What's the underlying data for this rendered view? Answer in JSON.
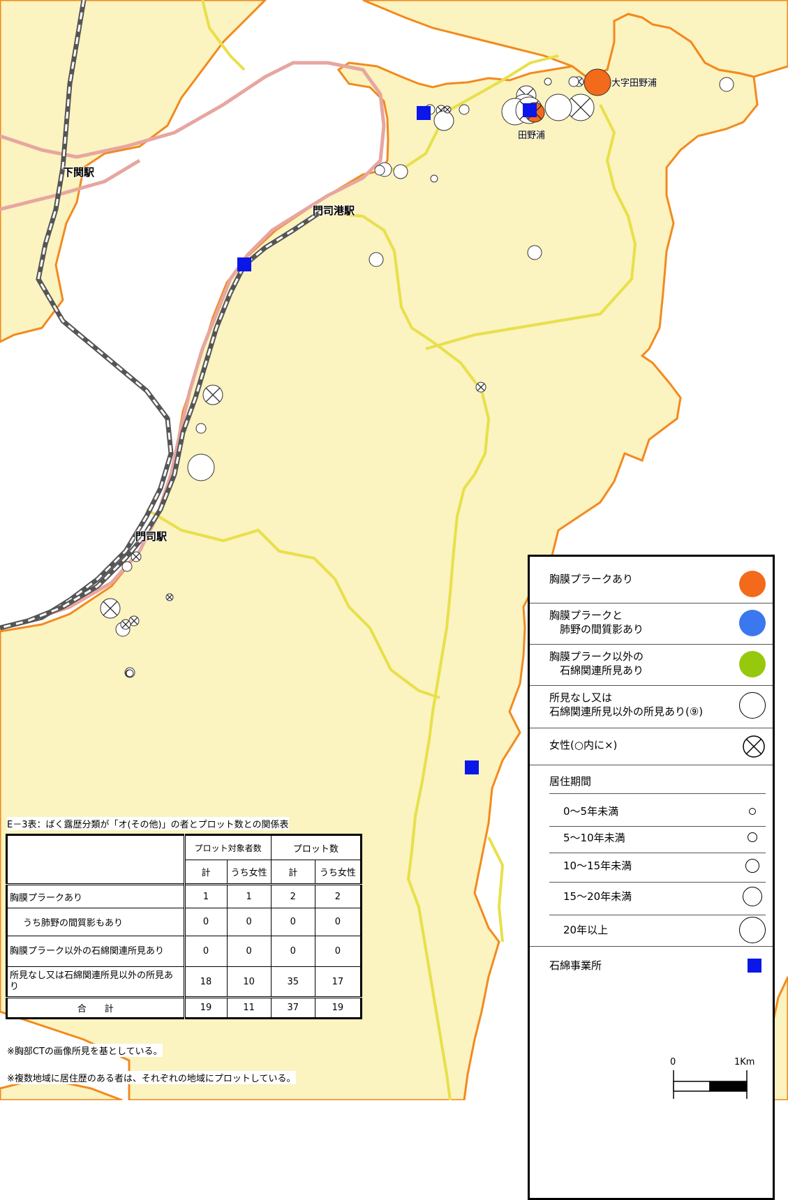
{
  "map": {
    "stations": [
      {
        "name": "下関駅"
      },
      {
        "name": "門司港駅"
      },
      {
        "name": "門司駅"
      }
    ],
    "places": [
      {
        "name": "大字田野浦"
      },
      {
        "name": "田野浦"
      }
    ],
    "colors": {
      "land": "#fbf3c0",
      "sea": "#ffffff",
      "coast": "#f28a1e",
      "road_major": "#e7a6a0",
      "road_yellow": "#e8e04a",
      "railway": "#555555",
      "plaque": "#f26a1a",
      "plaque_interstitial": "#3b77ee",
      "other_asbestos": "#96c80e",
      "workplace": "#0b16e8"
    },
    "markers": [
      {
        "category": "none",
        "female": false,
        "size_class": 2
      },
      {
        "category": "none",
        "female": true,
        "size_class": 1
      },
      {
        "category": "none",
        "female": false,
        "size_class": 2
      },
      {
        "category": "none",
        "female": false,
        "size_class": 0
      },
      {
        "category": "none",
        "female": false,
        "size_class": 1
      },
      {
        "category": "none",
        "female": false,
        "size_class": 1
      },
      {
        "category": "none",
        "female": false,
        "size_class": 3
      },
      {
        "category": "none",
        "female": true,
        "size_class": 3
      },
      {
        "category": "none",
        "female": true,
        "size_class": 1
      },
      {
        "category": "none",
        "female": false,
        "size_class": 0
      },
      {
        "category": "none",
        "female": false,
        "size_class": 4
      },
      {
        "category": "none",
        "female": true,
        "size_class": 4
      },
      {
        "category": "none",
        "female": false,
        "size_class": 4
      },
      {
        "category": "plaque",
        "female": false,
        "size_class": 4
      },
      {
        "category": "none",
        "female": false,
        "size_class": 4
      },
      {
        "category": "none",
        "female": true,
        "size_class": 4
      },
      {
        "category": "none",
        "female": true,
        "size_class": 0
      },
      {
        "category": "none",
        "female": true,
        "size_class": 0
      },
      {
        "category": "none",
        "female": false,
        "size_class": 2
      },
      {
        "category": "plaque",
        "female": true,
        "size_class": 3
      },
      {
        "category": "none",
        "female": false,
        "size_class": 2
      },
      {
        "category": "none",
        "female": false,
        "size_class": 2
      },
      {
        "category": "none",
        "female": false,
        "size_class": 1
      },
      {
        "category": "none",
        "female": false,
        "size_class": 1
      },
      {
        "category": "none",
        "female": false,
        "size_class": 3
      },
      {
        "category": "none",
        "female": false,
        "size_class": 1
      },
      {
        "category": "none",
        "female": true,
        "size_class": 1
      },
      {
        "category": "none",
        "female": true,
        "size_class": 3
      },
      {
        "category": "none",
        "female": false,
        "size_class": 1
      },
      {
        "category": "none",
        "female": false,
        "size_class": 4
      },
      {
        "category": "none",
        "female": true,
        "size_class": 0
      },
      {
        "category": "none",
        "female": false,
        "size_class": 0
      },
      {
        "category": "none",
        "female": true,
        "size_class": 1
      },
      {
        "category": "none",
        "female": true,
        "size_class": 3
      },
      {
        "category": "none",
        "female": false,
        "size_class": 2
      },
      {
        "category": "none",
        "female": true,
        "size_class": 1
      },
      {
        "category": "none",
        "female": false,
        "size_class": 1
      },
      {
        "category": "none",
        "female": true,
        "size_class": 1
      },
      {
        "category": "none",
        "female": false,
        "size_class": 0
      }
    ],
    "workplaces": 4
  },
  "legend": {
    "items": [
      {
        "label": "胸膜プラークあり",
        "symbol": "plaque"
      },
      {
        "label": "胸膜プラークと\n　肺野の間質影あり",
        "symbol": "plaque_interstitial"
      },
      {
        "label": "胸膜プラーク以外の\n　石綿関連所見あり",
        "symbol": "other_asbestos"
      },
      {
        "label": "所見なし又は\n石綿関連所見以外の所見あり(⑨)",
        "symbol": "none"
      },
      {
        "label": "女性(○内に×)",
        "symbol": "female"
      }
    ],
    "residence_title": "居住期間",
    "residence": [
      "0～5年未満",
      "5～10年未満",
      "10～15年未満",
      "15～20年未満",
      "20年以上"
    ],
    "workplace_label": "石綿事業所"
  },
  "table": {
    "title": "E－3表：ばく露歴分類が「オ(その他)」の者とプロット数との関係表",
    "group_headers": [
      "プロット対象者数",
      "プロット数"
    ],
    "sub_headers": [
      "計",
      "うち女性",
      "計",
      "うち女性"
    ],
    "rows": [
      {
        "label": "胸膜プラークあり",
        "values": [
          "1",
          "1",
          "2",
          "2"
        ]
      },
      {
        "label": "うち肺野の間質影もあり",
        "values": [
          "0",
          "0",
          "0",
          "0"
        ]
      },
      {
        "label": "胸膜プラーク以外の石綿関連所見あり",
        "values": [
          "0",
          "0",
          "0",
          "0"
        ]
      },
      {
        "label": "所見なし又は石綿関連所見以外の所見あり",
        "values": [
          "18",
          "10",
          "35",
          "17"
        ]
      },
      {
        "label": "合　　計",
        "values": [
          "19",
          "11",
          "37",
          "19"
        ]
      }
    ],
    "notes": [
      "※胸部CTの画像所見を基としている。",
      "※複数地域に居住歴のある者は、それぞれの地域にプロットしている。"
    ]
  },
  "scale": {
    "zero": "0",
    "distance": "1Km"
  }
}
